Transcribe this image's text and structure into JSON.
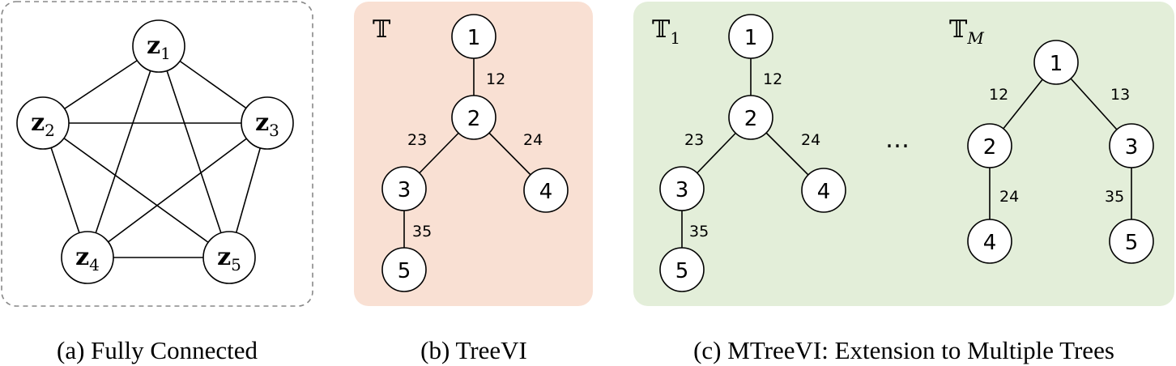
{
  "panels": {
    "a": {
      "caption": "(a) Fully Connected",
      "border_color": "#888888",
      "nodes": [
        {
          "id": "1",
          "main": "z",
          "sub": "1"
        },
        {
          "id": "2",
          "main": "z",
          "sub": "2"
        },
        {
          "id": "3",
          "main": "z",
          "sub": "3"
        },
        {
          "id": "4",
          "main": "z",
          "sub": "4"
        },
        {
          "id": "5",
          "main": "z",
          "sub": "5"
        }
      ],
      "edges": [
        [
          "1",
          "2"
        ],
        [
          "1",
          "3"
        ],
        [
          "1",
          "4"
        ],
        [
          "1",
          "5"
        ],
        [
          "2",
          "3"
        ],
        [
          "2",
          "4"
        ],
        [
          "2",
          "5"
        ],
        [
          "3",
          "4"
        ],
        [
          "3",
          "5"
        ],
        [
          "4",
          "5"
        ]
      ]
    },
    "b": {
      "caption": "(b) TreeVI",
      "title": "𝕋",
      "background": "#f9e0d3",
      "nodes": [
        "1",
        "2",
        "3",
        "4",
        "5"
      ],
      "edges": [
        {
          "from": "1",
          "to": "2",
          "label": "12"
        },
        {
          "from": "2",
          "to": "3",
          "label": "23"
        },
        {
          "from": "2",
          "to": "4",
          "label": "24"
        },
        {
          "from": "3",
          "to": "5",
          "label": "35"
        }
      ]
    },
    "c": {
      "caption": "(c) MTreeVI: Extension to Multiple Trees",
      "background": "#e3eed9",
      "ellipsis": "…",
      "tree1": {
        "title": "𝕋",
        "title_sub": "1",
        "nodes": [
          "1",
          "2",
          "3",
          "4",
          "5"
        ],
        "edges": [
          {
            "from": "1",
            "to": "2",
            "label": "12"
          },
          {
            "from": "2",
            "to": "3",
            "label": "23"
          },
          {
            "from": "2",
            "to": "4",
            "label": "24"
          },
          {
            "from": "3",
            "to": "5",
            "label": "35"
          }
        ]
      },
      "treeM": {
        "title": "𝕋",
        "title_sub": "M",
        "nodes": [
          "1",
          "2",
          "3",
          "4",
          "5"
        ],
        "edges": [
          {
            "from": "1",
            "to": "2",
            "label": "12"
          },
          {
            "from": "1",
            "to": "3",
            "label": "13"
          },
          {
            "from": "2",
            "to": "4",
            "label": "24"
          },
          {
            "from": "3",
            "to": "5",
            "label": "35"
          }
        ]
      }
    }
  }
}
